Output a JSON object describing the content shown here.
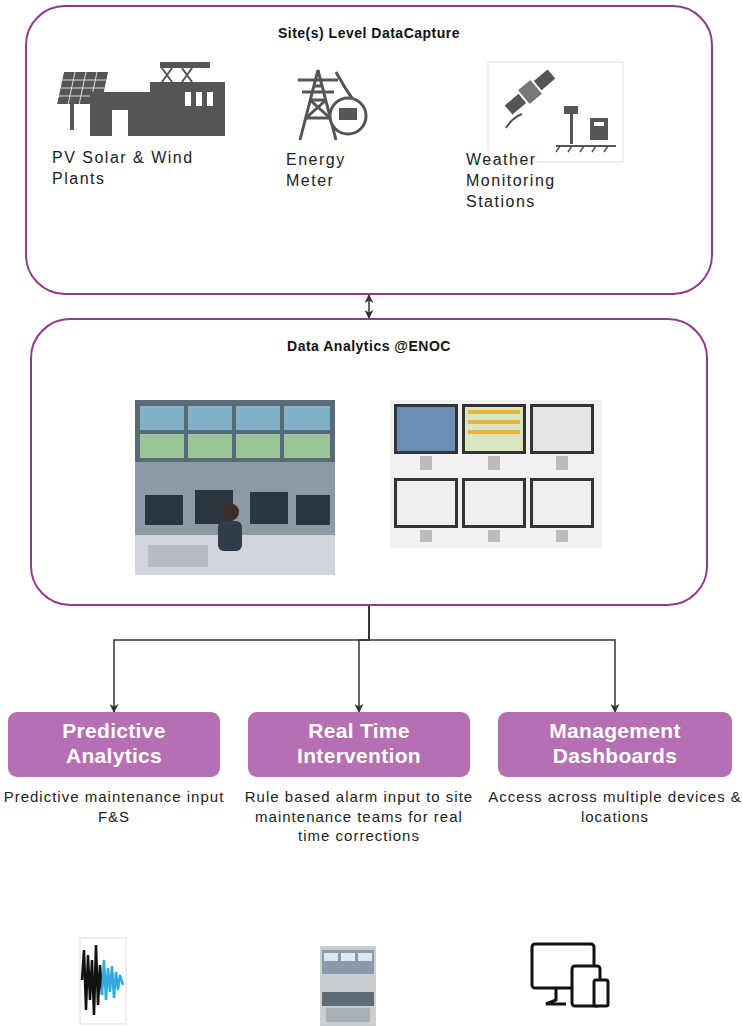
{
  "diagram": {
    "nodes": [
      {
        "text": [
          "Site(s) Level DataCapture"
        ]
      },
      {
        "text": [
          "Data Analytics @ENOC"
        ]
      },
      {
        "text": [
          "Predictive Analytics",
          "Predictive maintenance input F&S"
        ]
      },
      {
        "text": [
          "Real Time Intervention",
          "Rule based alarm input to site maintenance teams for real time corrections"
        ]
      },
      {
        "text": [
          "Management Dashboards",
          "Access across multiple devices & locations"
        ]
      }
    ],
    "edges": [
      {
        "from": 0,
        "to": 1,
        "arrow": "both"
      },
      {
        "from": 1,
        "to": 2,
        "arrow": "to"
      },
      {
        "from": 1,
        "to": 3,
        "arrow": "to"
      },
      {
        "from": 1,
        "to": 4,
        "arrow": "to"
      }
    ],
    "labels": [
      "PV Solar & Wind Plants",
      "Energy Meter",
      "Weather Monitoring Stations"
    ]
  }
}
